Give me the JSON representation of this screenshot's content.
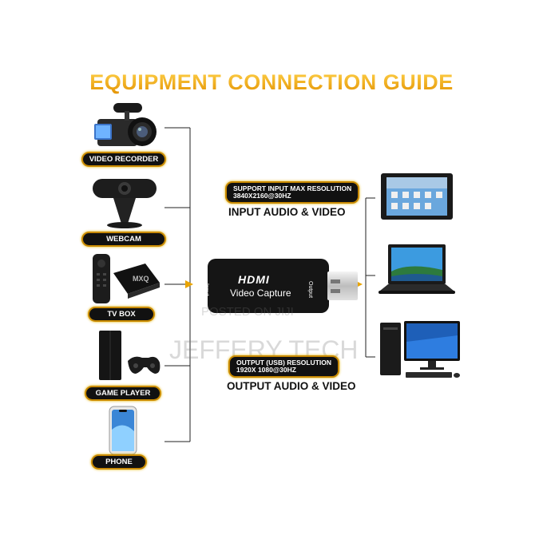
{
  "title": "EQUIPMENT CONNECTION GUIDE",
  "inputs": [
    {
      "label": "VIDEO RECORDER",
      "icon": "video-camera-icon"
    },
    {
      "label": "WEBCAM",
      "icon": "webcam-icon"
    },
    {
      "label": "TV BOX",
      "icon": "tv-box-icon"
    },
    {
      "label": "GAME PLAYER",
      "icon": "game-console-icon"
    },
    {
      "label": "PHONE",
      "icon": "smartphone-icon"
    }
  ],
  "input_info": {
    "line1": "SUPPORT INPUT MAX RESOLUTION",
    "line2": "3840X2160@30HZ",
    "heading": "INPUT AUDIO & VIDEO"
  },
  "output_info": {
    "line1": "OUTPUT (USB) RESOLUTION",
    "line2": "1920X 1080@30HZ",
    "heading": "OUTPUT AUDIO & VIDEO"
  },
  "device": {
    "brand": "HDMI",
    "name": "Video Capture",
    "input_port": "Input",
    "output_port": "Output"
  },
  "outputs": [
    {
      "icon": "tablet-icon"
    },
    {
      "icon": "laptop-icon"
    },
    {
      "icon": "desktop-computer-icon"
    }
  ],
  "watermarks": {
    "posted": "POSTED ON JIJI",
    "brand": "JEFFERY TECH"
  },
  "colors": {
    "accent": "#e9a400",
    "pill_bg": "#111111"
  }
}
